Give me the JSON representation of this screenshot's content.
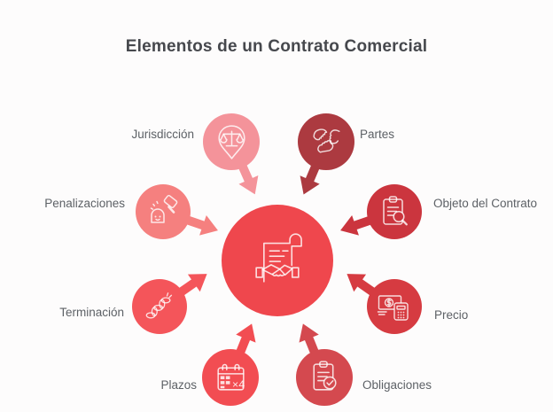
{
  "title": "Elementos de un Contrato Comercial",
  "colors": {
    "background": "#fdfcfc",
    "title_text": "#46484d",
    "label_text": "#5d6166",
    "icon_stroke": "#ffffff"
  },
  "diagram": {
    "center": {
      "id": "contrato-comercial",
      "icon": "contract-handshake-icon",
      "color": "#ef474d"
    },
    "nodes": [
      {
        "id": "jurisdiccion",
        "label": "Jurisdicción",
        "color": "#f4939a",
        "icon": "scales-pin-icon"
      },
      {
        "id": "partes",
        "label": "Partes",
        "color": "#ac3a40",
        "icon": "hands-icon"
      },
      {
        "id": "penalizaciones",
        "label": "Penalizaciones",
        "color": "#f5807f",
        "icon": "gavel-icon"
      },
      {
        "id": "objeto",
        "label": "Objeto del Contrato",
        "color": "#cb353e",
        "icon": "clipboard-search-icon"
      },
      {
        "id": "terminacion",
        "label": "Terminación",
        "color": "#f4555a",
        "icon": "chain-icon"
      },
      {
        "id": "precio",
        "label": "Precio",
        "color": "#d63b41",
        "icon": "money-calculator-icon"
      },
      {
        "id": "plazos",
        "label": "Plazos",
        "color": "#f24d52",
        "icon": "calendar-icon",
        "badge": "×4"
      },
      {
        "id": "obligaciones",
        "label": "Obligaciones",
        "color": "#d4494f",
        "icon": "clipboard-check-icon"
      }
    ]
  }
}
